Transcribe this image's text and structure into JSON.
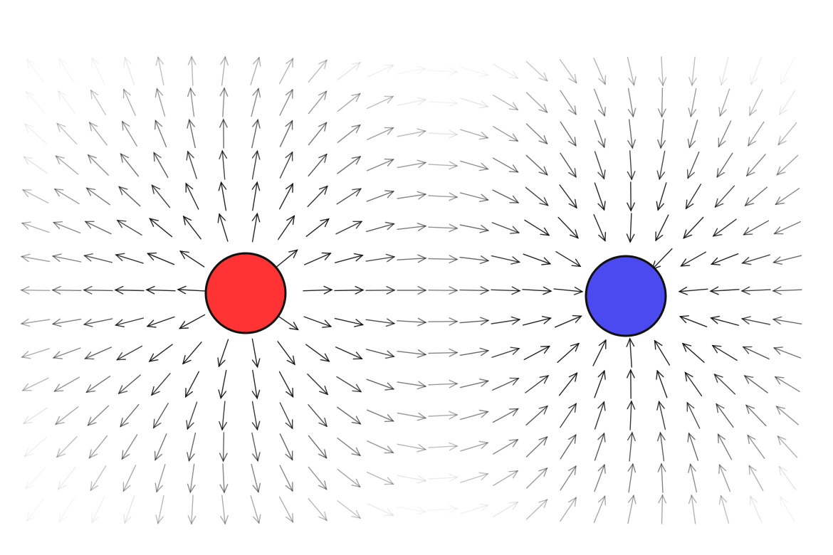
{
  "diagram": {
    "kind": "electric-dipole-vector-field",
    "charges": [
      {
        "name": "positive-charge",
        "sign": "+",
        "color": "#ff3333"
      },
      {
        "name": "negative-charge",
        "sign": "-",
        "color": "#4a4af0"
      }
    ],
    "arrow_color": "#000000",
    "charge_outline_color": "#111111",
    "background": "#ffffff"
  }
}
